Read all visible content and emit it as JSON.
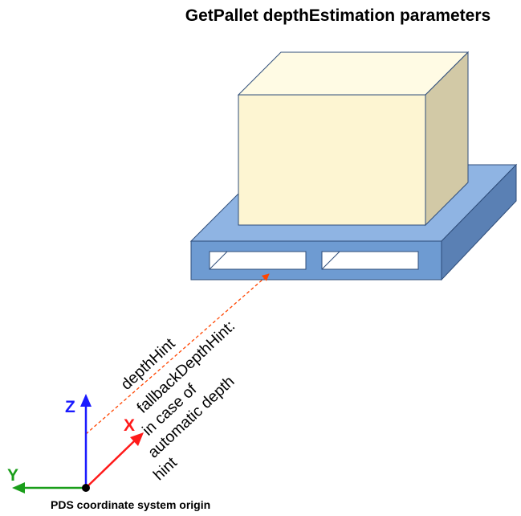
{
  "title": "GetPallet depthEstimation parameters",
  "hint_text": {
    "line1": "depthHint",
    "line2": "fallbackDepthHint:",
    "line3": "in case of",
    "line4": "automatic depth",
    "line5": "hint"
  },
  "axes": {
    "z": {
      "label": "Z",
      "color": "#1a1aff"
    },
    "x": {
      "label": "X",
      "color": "#ff1a1a"
    },
    "y": {
      "label": "Y",
      "color": "#1a9e1a"
    }
  },
  "origin_label": "PDS coordinate system origin",
  "colors": {
    "box_front": "#fdf5d2",
    "box_top": "#fffbe4",
    "box_side": "#d2c9a6",
    "pallet_front": "#6e9bd2",
    "pallet_top": "#8fb4e3",
    "pallet_side": "#5a80b4",
    "outline": "#2f4d7a",
    "hint_arrow": "#ff4500"
  }
}
